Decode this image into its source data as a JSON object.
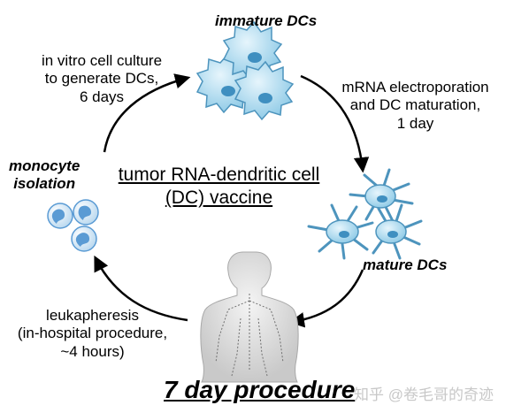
{
  "center_title": "tumor RNA-dendritic\ncell (DC) vaccine",
  "stages": {
    "immature": "immature DCs",
    "mature": "mature DCs",
    "monocyte": "monocyte\nisolation"
  },
  "steps": {
    "culture": "in vitro cell culture\nto generate DCs,\n6 days",
    "electroporation": "mRNA electroporation\nand DC maturation,\n1 day",
    "leukapheresis": "leukapheresis\n(in-hospital procedure,\n~4 hours)"
  },
  "footer": "7 day procedure",
  "watermark": "知乎 @卷毛哥的奇迹",
  "colors": {
    "cell_fill": "#9ed3ea",
    "cell_stroke": "#4d94bd",
    "nucleus": "#3f8fc0",
    "monocyte_fill": "#cfe5f5",
    "monocyte_nucleus": "#5a9bd4",
    "arrow": "#000000",
    "body": "#d9d9d9"
  }
}
